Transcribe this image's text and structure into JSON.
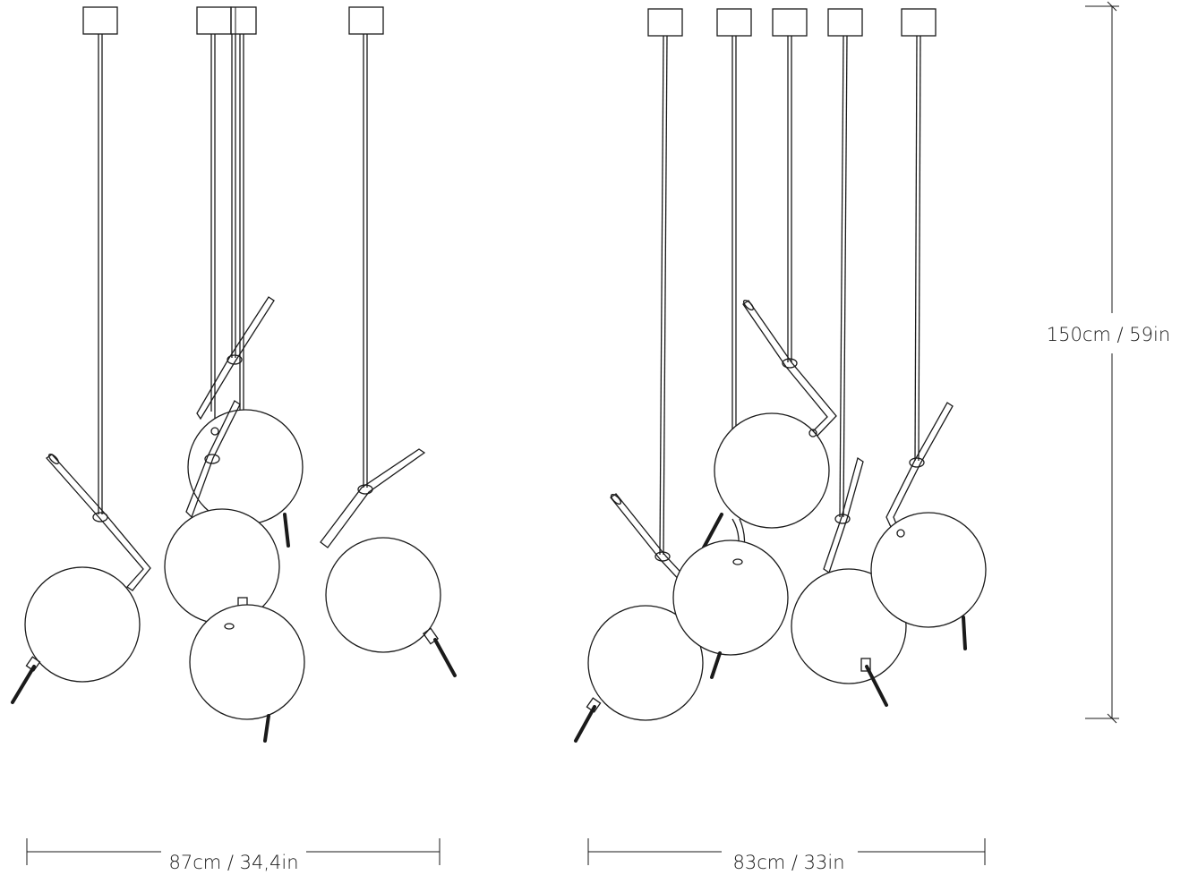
{
  "dimensions": {
    "width_left": "87cm / 34,4in",
    "width_right": "83cm / 33in",
    "height": "150cm / 59in"
  },
  "colors": {
    "line": "#1a1a1a",
    "background": "#ffffff"
  }
}
